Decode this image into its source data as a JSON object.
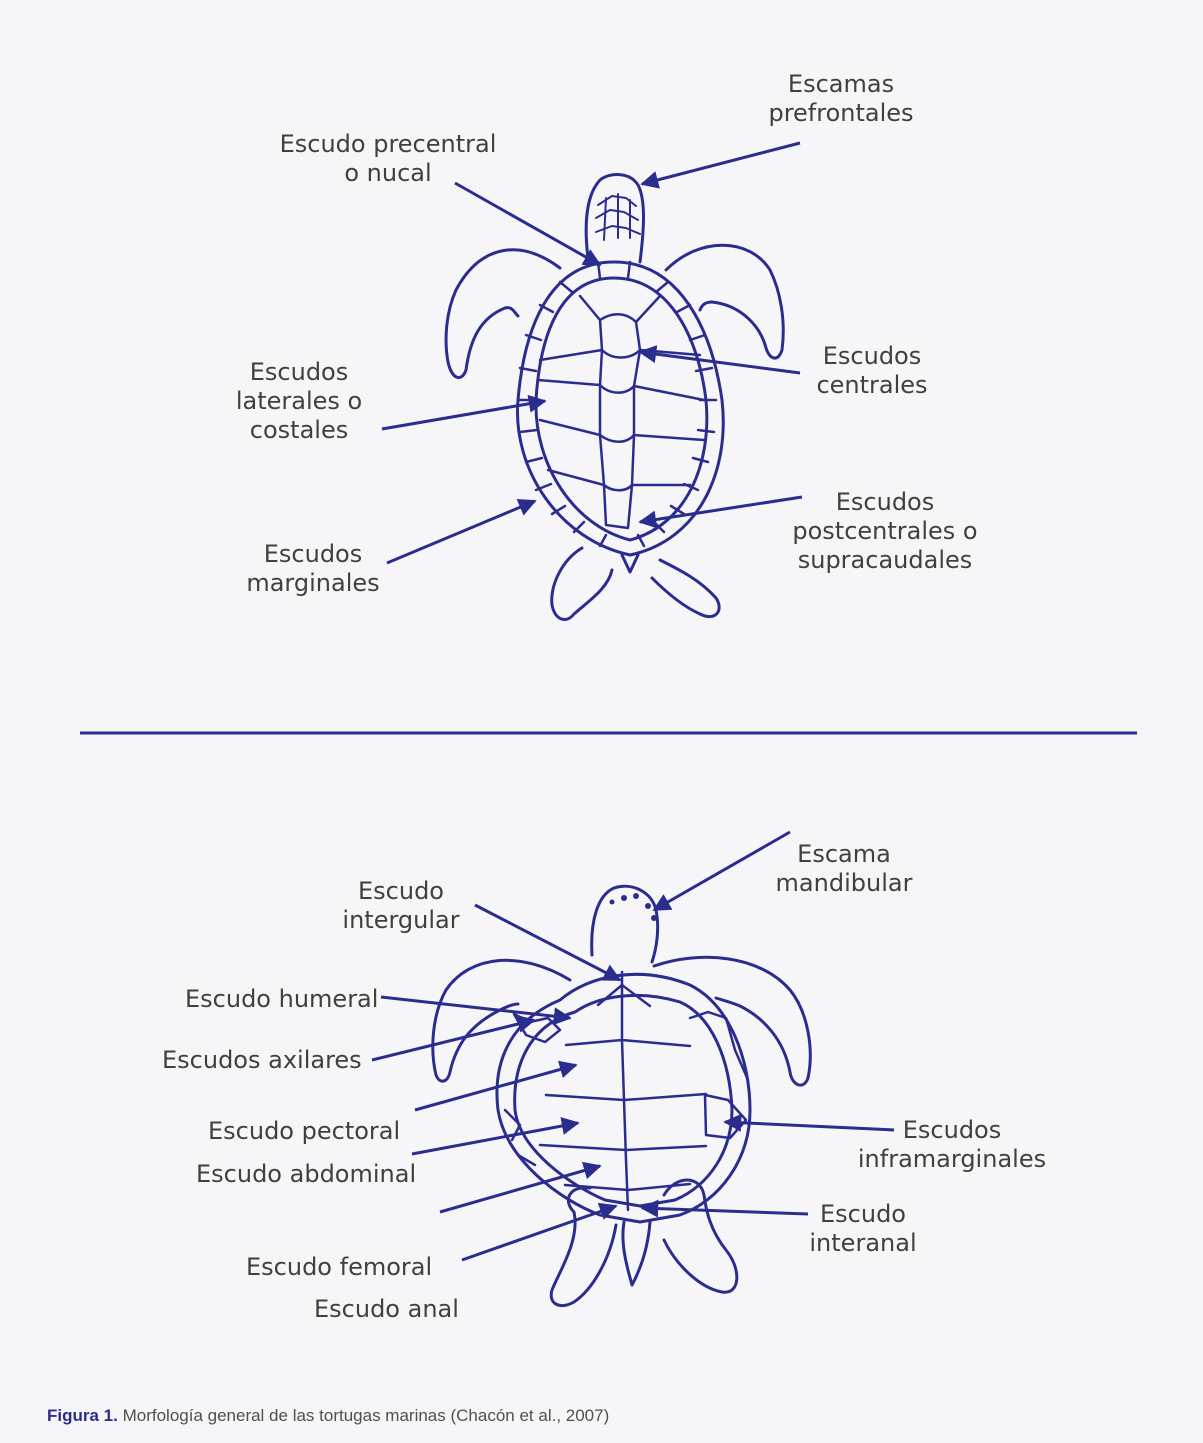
{
  "colors": {
    "line": "#2b2d8e",
    "background": "#f6f6f9",
    "label": "#404040"
  },
  "dorsal": {
    "labels": {
      "prefrontales": [
        "Escamas",
        "prefrontales"
      ],
      "nucal": [
        "Escudo precentral",
        "o nucal"
      ],
      "centrales": [
        "Escudos",
        "centrales"
      ],
      "laterales": [
        "Escudos",
        "laterales o",
        "costales"
      ],
      "postcentrales": [
        "Escudos",
        "postcentrales o",
        "supracaudales"
      ],
      "marginales": [
        "Escudos",
        "marginales"
      ]
    }
  },
  "ventral": {
    "labels": {
      "mandibular": [
        "Escama",
        "mandibular"
      ],
      "intergular": [
        "Escudo",
        "intergular"
      ],
      "humeral": "Escudo humeral",
      "axilares": "Escudos axilares",
      "pectoral": "Escudo pectoral",
      "abdominal": "Escudo abdominal",
      "inframarginales": [
        "Escudos",
        "inframarginales"
      ],
      "interanal": [
        "Escudo",
        "interanal"
      ],
      "femoral": "Escudo femoral",
      "anal": "Escudo anal"
    }
  },
  "caption": {
    "number": "Figura 1.",
    "text": " Morfología general de las tortugas marinas (Chacón et al., 2007)"
  }
}
